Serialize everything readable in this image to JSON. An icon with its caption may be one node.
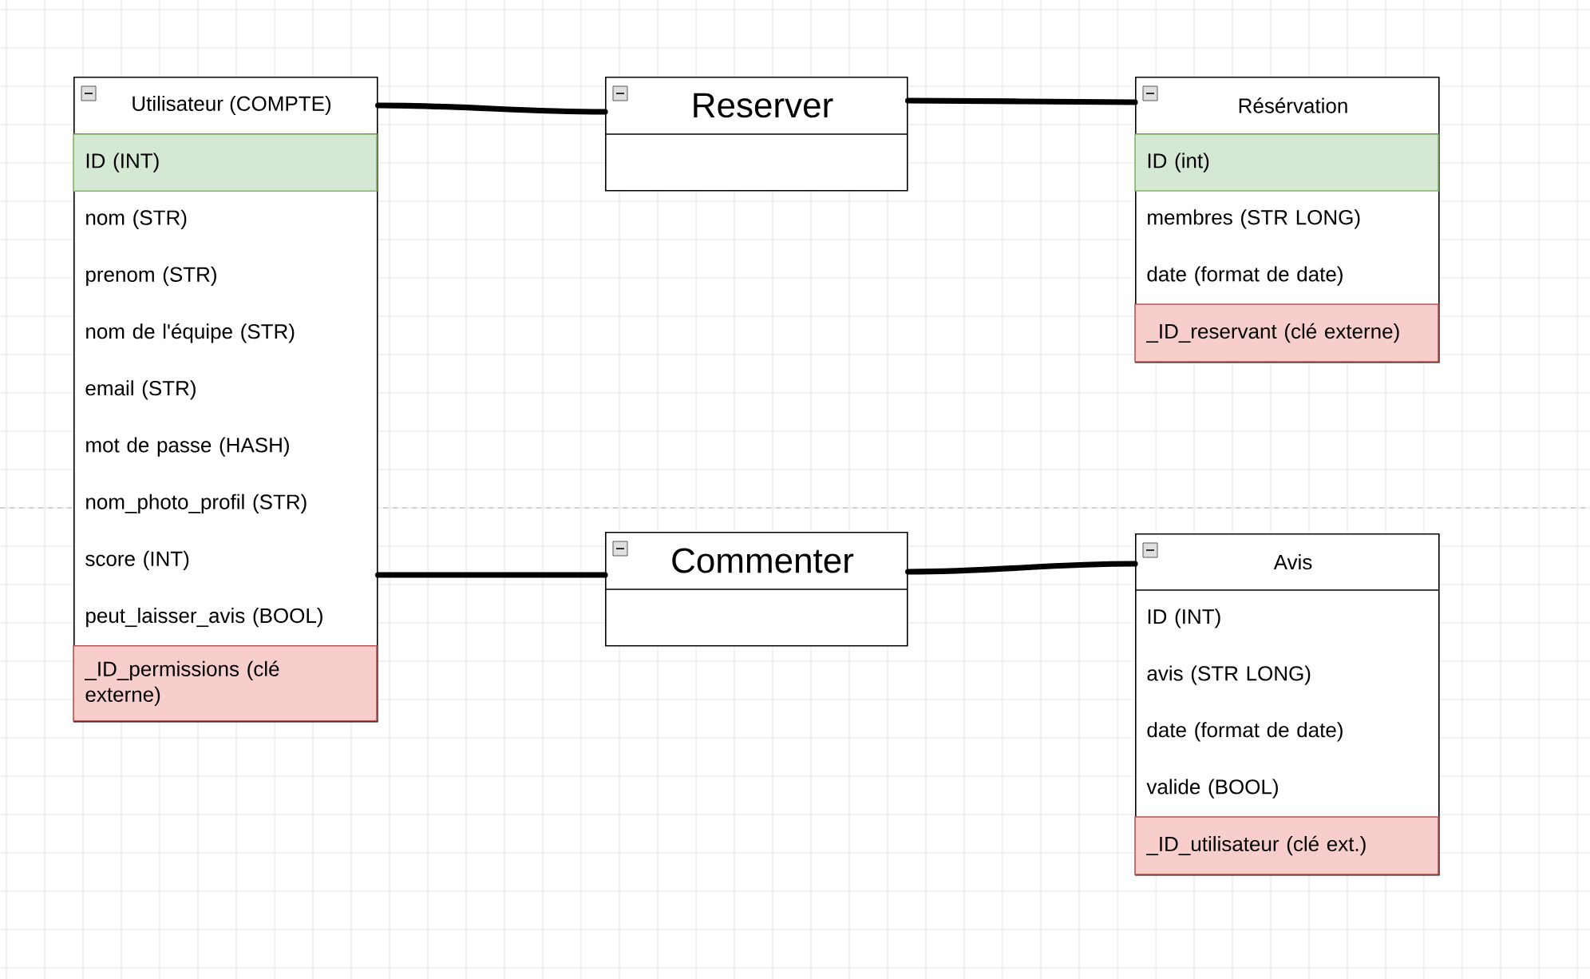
{
  "diagram": {
    "nodes": [
      {
        "text": [
          "Utilisateur (COMPTE)",
          "ID (INT)",
          "nom (STR)",
          "prenom (STR)",
          "nom de l'équipe (STR)",
          "email (STR)",
          "mot de passe (HASH)",
          "nom_photo_profil (STR)",
          "score (INT)",
          "peut_laisser_avis (BOOL)",
          "_ID_permissions (clé externe)"
        ]
      },
      {
        "text": [
          "Reserver"
        ]
      },
      {
        "text": [
          "Résérvation",
          "ID (int)",
          "membres (STR LONG)",
          "date (format de date)",
          "_ID_reservant (clé externe)"
        ]
      },
      {
        "text": [
          "Commenter"
        ]
      },
      {
        "text": [
          "Avis",
          "ID (INT)",
          "avis (STR LONG)",
          "date (format de date)",
          "valide (BOOL)",
          "_ID_utilisateur (clé ext.)"
        ]
      }
    ],
    "edges": [
      {
        "from": 0,
        "to": 1,
        "arrow": "none"
      },
      {
        "from": 1,
        "to": 2,
        "arrow": "none"
      },
      {
        "from": 0,
        "to": 3,
        "arrow": "none"
      },
      {
        "from": 3,
        "to": 4,
        "arrow": "none"
      }
    ]
  }
}
